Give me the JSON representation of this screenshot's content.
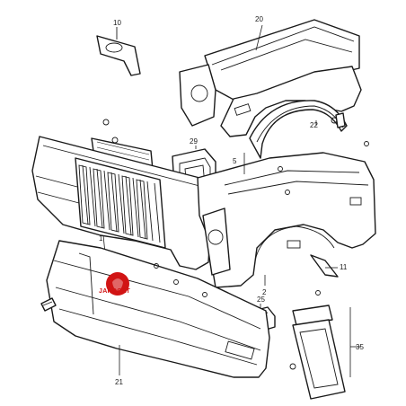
{
  "callouts": {
    "c10": "10",
    "c20": "20",
    "c22": "22",
    "c29": "29",
    "c5": "5",
    "c1": "1",
    "c2": "2",
    "c11": "11",
    "c25": "25",
    "c21": "21",
    "c35": "35"
  },
  "watermark": {
    "text": "JAPOCAT",
    "color": "#d11414"
  }
}
